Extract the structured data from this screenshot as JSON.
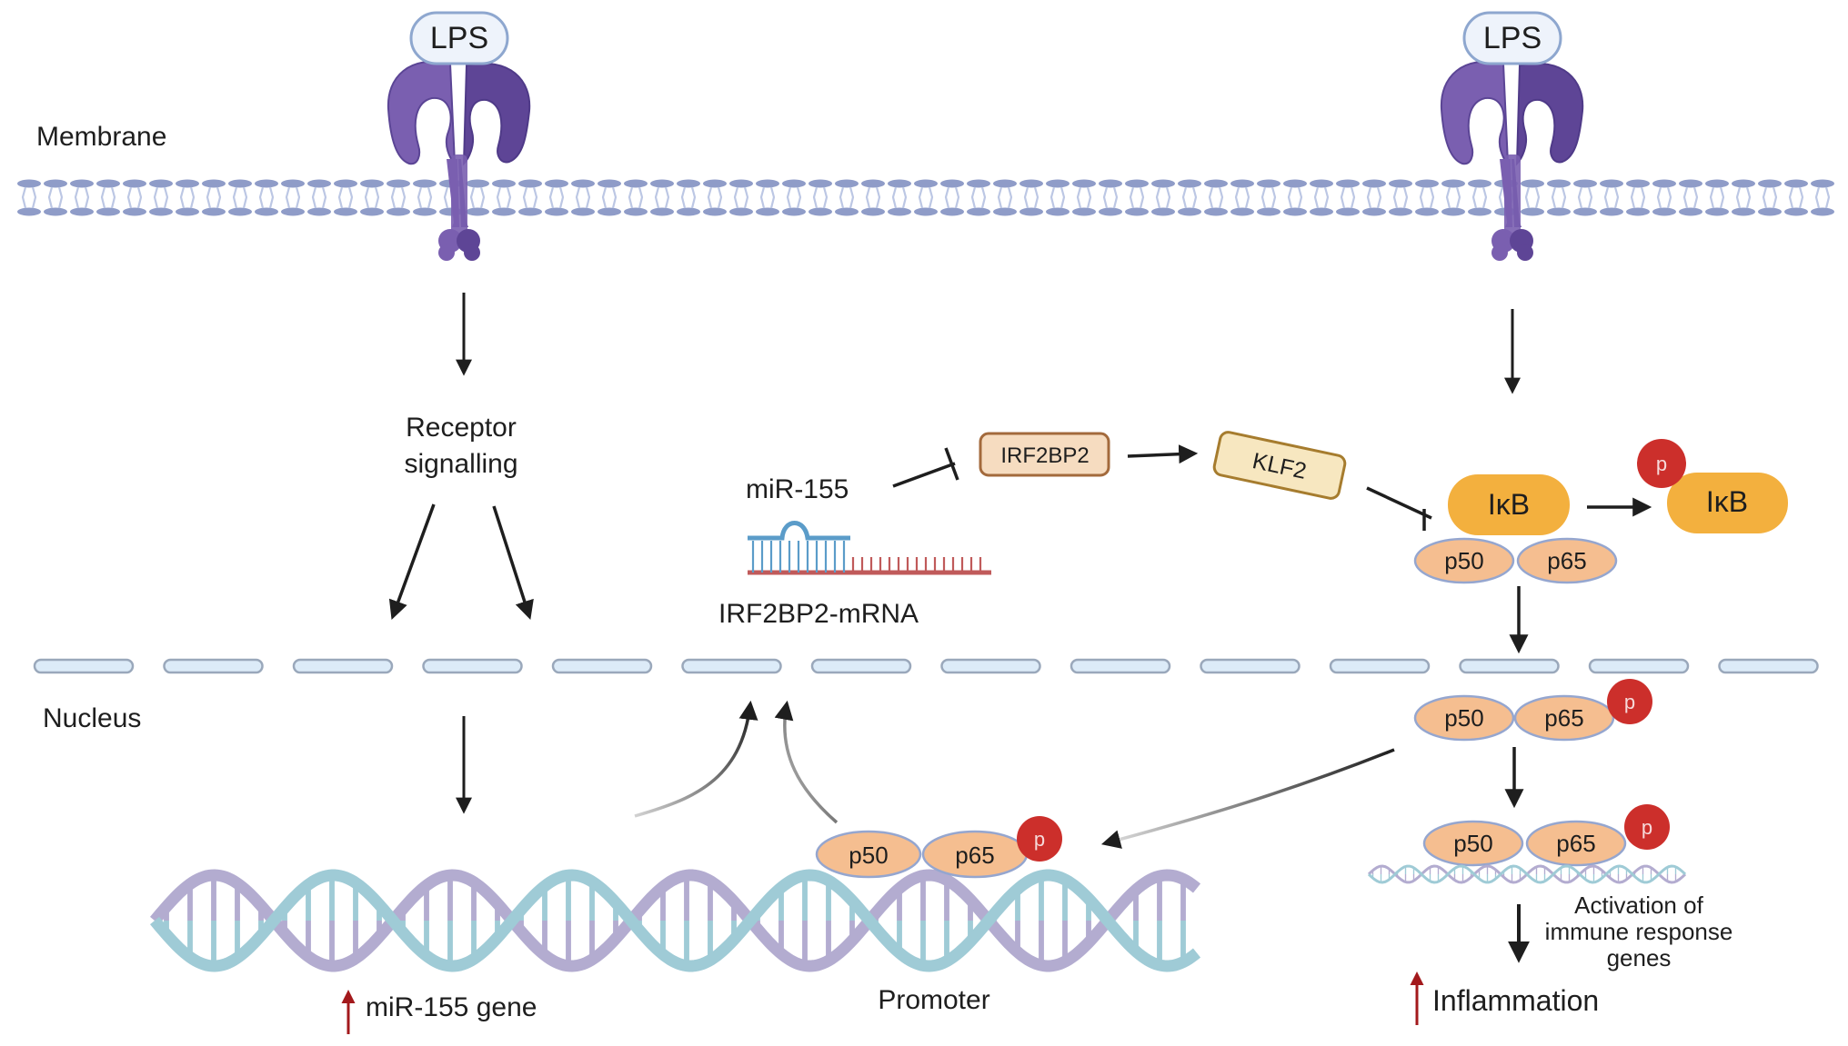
{
  "labels": {
    "membrane": "Membrane",
    "nucleus": "Nucleus",
    "ligand_left": "LPS",
    "ligand_right": "LPS",
    "receptor_signalling_line1": "Receptor",
    "receptor_signalling_line2": "signalling",
    "mirna": "miR-155",
    "mrna": "IRF2BP2-mRNA",
    "irf2bp2": "IRF2BP2",
    "klf2": "KLF2",
    "ikb": "IκB",
    "ikb_phospho": "IκB",
    "phospho": "p",
    "p50": "p50",
    "p65": "p65",
    "mir155_gene": "miR-155 gene",
    "promoter": "Promoter",
    "activation_line1": "Activation of",
    "activation_line2": "immune response",
    "activation_line3": "genes",
    "inflammation": "Inflammation"
  },
  "colors": {
    "receptor": "#7a5fb0",
    "receptor_dark": "#5e4596",
    "lps_fill": "#eef3fb",
    "lps_stroke": "#8ea7cf",
    "membrane": "#8f9cc8",
    "membrane_light": "#bcc7e4",
    "nuclear_fill": "#dcebf8",
    "nuclear_stroke": "#9aa8bb",
    "irf2bp2_fill": "#f6dcc0",
    "irf2bp2_stroke": "#a36a3c",
    "klf2_fill": "#f7e7c0",
    "klf2_stroke": "#a67c2e",
    "ikb": "#f3b03e",
    "p_subunit": "#f5be90",
    "p_subunit_stroke": "#95a6cf",
    "phospho": "#cc2f2b",
    "dna_blue": "#9fcbd6",
    "dna_purple": "#b3acd0",
    "up_arrow": "#a3191c",
    "mirna_blue": "#5b9cc9",
    "mrna_red": "#c05a5a"
  }
}
